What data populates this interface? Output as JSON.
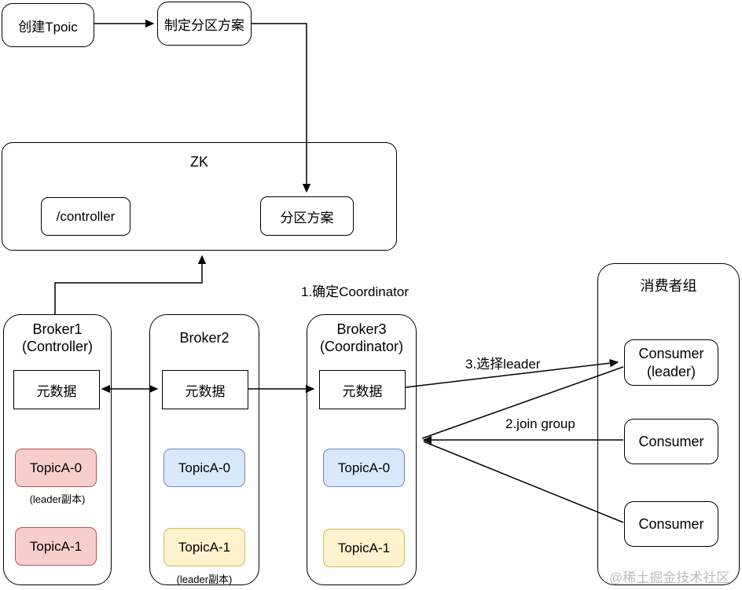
{
  "flow": {
    "create_topic": "创建Tpoic",
    "make_partition_plan": "制定分区方案"
  },
  "zk": {
    "title": "ZK",
    "controller_node": "/controller",
    "partition_plan_node": "分区方案"
  },
  "brokers": [
    {
      "title_line1": "Broker1",
      "title_line2": "(Controller)",
      "metadata_label": "元数据",
      "topics": [
        {
          "label": "TopicA-0",
          "color": "pink",
          "note": "(leader副本)"
        },
        {
          "label": "TopicA-1",
          "color": "pink",
          "note": ""
        }
      ]
    },
    {
      "title_line1": "Broker2",
      "title_line2": "",
      "metadata_label": "元数据",
      "topics": [
        {
          "label": "TopicA-0",
          "color": "blue",
          "note": ""
        },
        {
          "label": "TopicA-1",
          "color": "yellow",
          "note": "(leader副本)"
        }
      ]
    },
    {
      "title_line1": "Broker3",
      "title_line2": "(Coordinator)",
      "metadata_label": "元数据",
      "topics": [
        {
          "label": "TopicA-0",
          "color": "blue",
          "note": ""
        },
        {
          "label": "TopicA-1",
          "color": "yellow",
          "note": ""
        }
      ]
    }
  ],
  "consumer_group": {
    "title": "消费者组",
    "consumers": [
      {
        "line1": "Consumer",
        "line2": "(leader)"
      },
      {
        "line1": "Consumer",
        "line2": ""
      },
      {
        "line1": "Consumer",
        "line2": ""
      }
    ]
  },
  "annotations": {
    "step1": "1.确定Coordinator",
    "step2": "2.join group",
    "step3": "3.选择leader"
  },
  "watermark": "@稀土掘金技术社区",
  "colors": {
    "line": "#000000",
    "pink_fill": "#f8cecc",
    "pink_border": "#b85450",
    "blue_fill": "#dae8fc",
    "blue_border": "#6c8ebf",
    "yellow_fill": "#fff2cc",
    "yellow_border": "#d6b656",
    "watermark": "#bcbcbc"
  }
}
